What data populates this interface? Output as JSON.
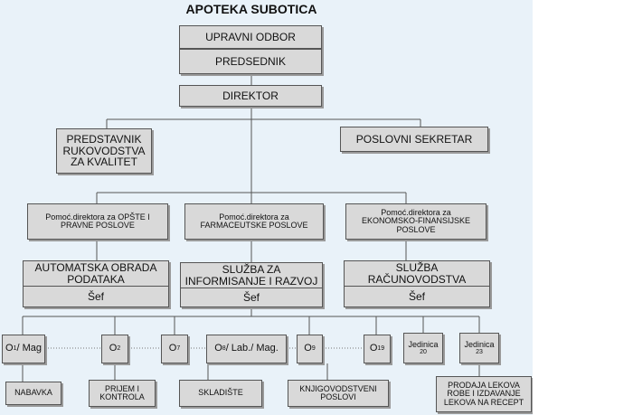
{
  "title": "APOTEKA SUBOTICA",
  "upravni_odbor": "UPRAVNI ODBOR",
  "predsednik": "PREDSEDNIK",
  "direktor": "DIREKTOR",
  "predstavnik": "PREDSTAVNIK\nRUKOVODSTVA\nZA KVALITET",
  "sekretar": "POSLOVNI SEKRETAR",
  "pomocnici": [
    "Pomoć.direktora za OPŠTE I\nPRAVNE POSLOVE",
    "Pomoć.direktora za\nFARMACEUTSKE POSLOVE",
    "Pomoć.direktora za\nEKONOMSKO-FINANSIJSKE\nPOSLOVE"
  ],
  "sluzbe": [
    {
      "name": "AUTOMATSKA OBRADA\nPODATAKA",
      "sef": "Šef"
    },
    {
      "name": "SLUŽBA ZA\nINFORMISANJE I RAZVOJ",
      "sef": "Šef"
    },
    {
      "name": "SLUŽBA\nRAČUNOVODSTVA",
      "sef": "Šef"
    }
  ],
  "units": [
    {
      "main": "O",
      "sub": "1",
      "suffix": " / Mag"
    },
    {
      "main": "O",
      "sub": "2",
      "suffix": ""
    },
    {
      "main": "O",
      "sub": "7",
      "suffix": ""
    },
    {
      "main": "O",
      "sub": "8",
      "suffix": "/ Lab./ Mag."
    },
    {
      "main": "O",
      "sub": "9",
      "suffix": ""
    },
    {
      "main": "O",
      "sub": "19",
      "suffix": ""
    },
    {
      "line1": "Jedinica",
      "line2": "20"
    },
    {
      "line1": "Jedinica",
      "line2": "23"
    }
  ],
  "bottom": [
    "NABAVKA",
    "PRIJEM I\nKONTROLA",
    "SKLADIŠTE",
    "KNJIGOVODSTVENI\nPOSLOVI",
    "PRODAJA LEKOVA\nROBE I IZDAVANJE\nLEKOVA NA RECEPT"
  ]
}
